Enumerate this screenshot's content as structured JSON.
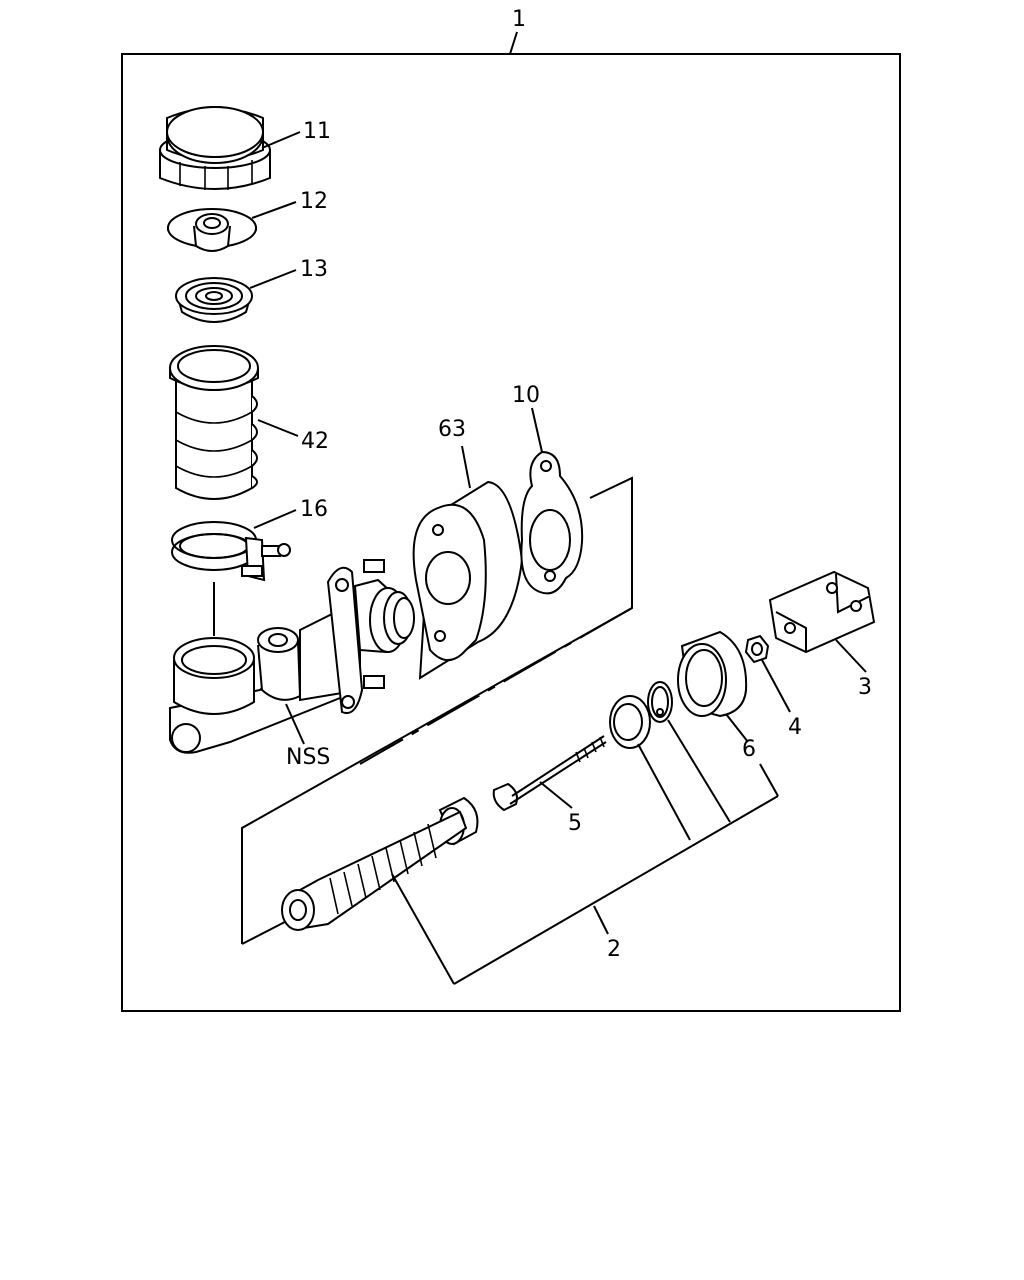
{
  "callouts": {
    "c1": "1",
    "c11": "11",
    "c12": "12",
    "c13": "13",
    "c42": "42",
    "c16": "16",
    "c63": "63",
    "c10": "10",
    "c3": "3",
    "c4": "4",
    "c6": "6",
    "c5": "5",
    "c2": "2",
    "cNSS": "NSS"
  }
}
